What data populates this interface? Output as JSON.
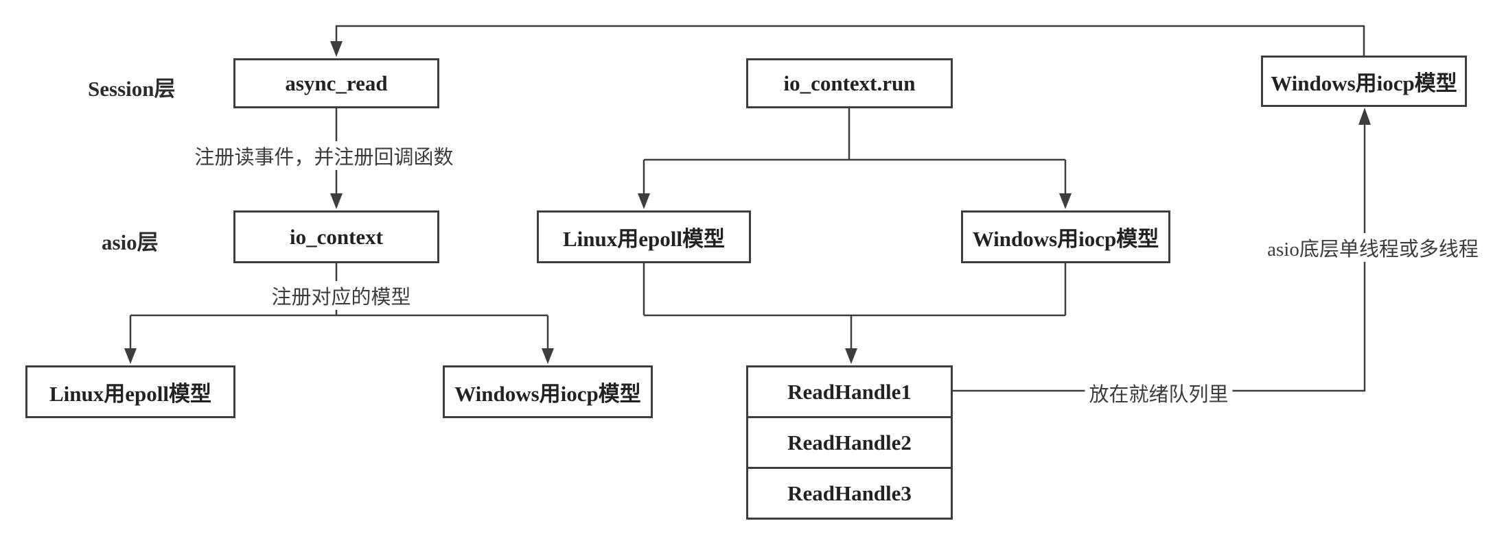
{
  "diagram": {
    "colors": {
      "background": "#ffffff",
      "line": "#3d3d3d",
      "box_border": "#3d3d3d",
      "box_text": "#222222",
      "annotation_text": "#3c3c3c"
    },
    "layers": [
      {
        "text": "Session层"
      },
      {
        "text": "asio层"
      }
    ],
    "boxes": [
      {
        "label": "async_read"
      },
      {
        "label": "io_context"
      },
      {
        "label": "Linux用epoll模型"
      },
      {
        "label": "Windows用iocp模型"
      },
      {
        "label": "io_context.run"
      },
      {
        "label": "Linux用epoll模型"
      },
      {
        "label": "Windows用iocp模型"
      },
      {
        "label": "Windows用iocp模型"
      }
    ],
    "queue": {
      "items": [
        {
          "label": "ReadHandle1"
        },
        {
          "label": "ReadHandle2"
        },
        {
          "label": "ReadHandle3"
        }
      ]
    },
    "annotations": [
      {
        "text": "注册读事件，并注册回调函数"
      },
      {
        "text": "注册对应的模型"
      },
      {
        "text": "放在就绪队列里"
      },
      {
        "text": "asio底层单线程或多线程"
      }
    ]
  }
}
